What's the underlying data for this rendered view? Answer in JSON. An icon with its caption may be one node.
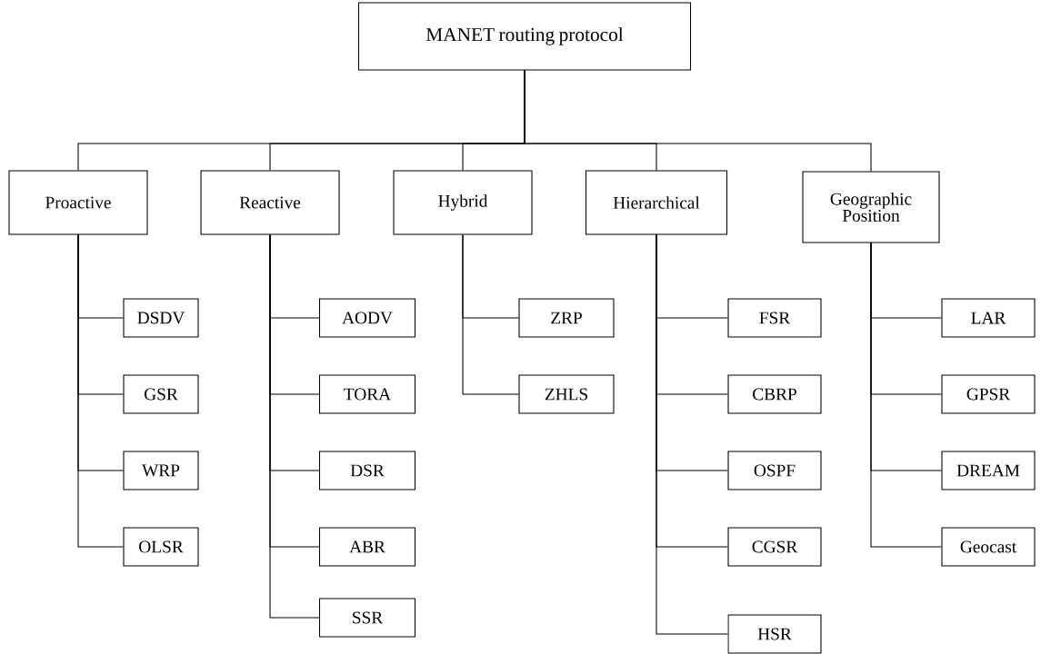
{
  "diagram": {
    "nodes": [
      {
        "text": [
          "MANET routing protocol"
        ]
      },
      {
        "text": [
          "Proactive"
        ]
      },
      {
        "text": [
          "Reactive"
        ]
      },
      {
        "text": [
          "Hybrid"
        ]
      },
      {
        "text": [
          "Hierarchical"
        ]
      },
      {
        "text": [
          "Geographic Position"
        ]
      },
      {
        "text": [
          "DSDV"
        ]
      },
      {
        "text": [
          "GSR"
        ]
      },
      {
        "text": [
          "WRP"
        ]
      },
      {
        "text": [
          "OLSR"
        ]
      },
      {
        "text": [
          "AODV"
        ]
      },
      {
        "text": [
          "TORA"
        ]
      },
      {
        "text": [
          "DSR"
        ]
      },
      {
        "text": [
          "ABR"
        ]
      },
      {
        "text": [
          "SSR"
        ]
      },
      {
        "text": [
          "ZRP"
        ]
      },
      {
        "text": [
          "ZHLS"
        ]
      },
      {
        "text": [
          "FSR"
        ]
      },
      {
        "text": [
          "CBRP"
        ]
      },
      {
        "text": [
          "OSPF"
        ]
      },
      {
        "text": [
          "CGSR"
        ]
      },
      {
        "text": [
          "HSR"
        ]
      },
      {
        "text": [
          "LAR"
        ]
      },
      {
        "text": [
          "GPSR"
        ]
      },
      {
        "text": [
          "DREAM"
        ]
      },
      {
        "text": [
          "Geocast"
        ]
      }
    ],
    "edges": [
      {
        "from": 0,
        "to": 1,
        "arrow": "none"
      },
      {
        "from": 0,
        "to": 2,
        "arrow": "none"
      },
      {
        "from": 0,
        "to": 3,
        "arrow": "none"
      },
      {
        "from": 0,
        "to": 4,
        "arrow": "none"
      },
      {
        "from": 0,
        "to": 5,
        "arrow": "none"
      },
      {
        "from": 1,
        "to": 6,
        "arrow": "none"
      },
      {
        "from": 1,
        "to": 7,
        "arrow": "none"
      },
      {
        "from": 1,
        "to": 8,
        "arrow": "none"
      },
      {
        "from": 1,
        "to": 9,
        "arrow": "none"
      },
      {
        "from": 2,
        "to": 10,
        "arrow": "none"
      },
      {
        "from": 2,
        "to": 11,
        "arrow": "none"
      },
      {
        "from": 2,
        "to": 12,
        "arrow": "none"
      },
      {
        "from": 2,
        "to": 13,
        "arrow": "none"
      },
      {
        "from": 2,
        "to": 14,
        "arrow": "none"
      },
      {
        "from": 3,
        "to": 15,
        "arrow": "none"
      },
      {
        "from": 3,
        "to": 16,
        "arrow": "none"
      },
      {
        "from": 4,
        "to": 17,
        "arrow": "none"
      },
      {
        "from": 4,
        "to": 18,
        "arrow": "none"
      },
      {
        "from": 4,
        "to": 19,
        "arrow": "none"
      },
      {
        "from": 4,
        "to": 20,
        "arrow": "none"
      },
      {
        "from": 4,
        "to": 21,
        "arrow": "none"
      },
      {
        "from": 5,
        "to": 22,
        "arrow": "none"
      },
      {
        "from": 5,
        "to": 23,
        "arrow": "none"
      },
      {
        "from": 5,
        "to": 24,
        "arrow": "none"
      },
      {
        "from": 5,
        "to": 25,
        "arrow": "none"
      }
    ]
  }
}
